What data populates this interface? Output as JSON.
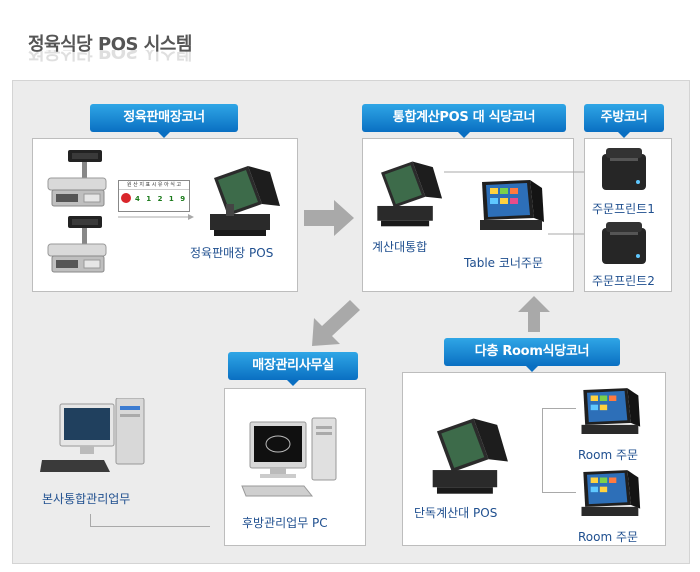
{
  "title": "정육식당 POS 시스템",
  "sections": {
    "meat_sales": {
      "tag": "정육판매장코너",
      "pos_label": "정육판매장 POS"
    },
    "integrated": {
      "tag": "통합계산POS 대 식당코너",
      "counter_label": "계산대통합",
      "table_label": "Table 코너주문"
    },
    "kitchen": {
      "tag": "주방코너",
      "printer1": "주문프린트1",
      "printer2": "주문프린트2"
    },
    "office": {
      "tag": "매장관리사무실",
      "pc_label": "후방관리업무 PC"
    },
    "hq": {
      "label": "본사통합관리업무"
    },
    "room": {
      "tag": "다층 Room식당코너",
      "pos_label": "단독계산대 POS",
      "room1": "Room 주문",
      "room2": "Room 주문"
    }
  },
  "label_sticker": {
    "header": "원 산 지 표 시 유 아 식 고",
    "digits": "4 1 2 1 9"
  },
  "colors": {
    "tag_top": "#2fa6e6",
    "tag_bottom": "#0a6fc2",
    "label_text": "#1f4f8f",
    "arrow": "#a9a9a9"
  }
}
